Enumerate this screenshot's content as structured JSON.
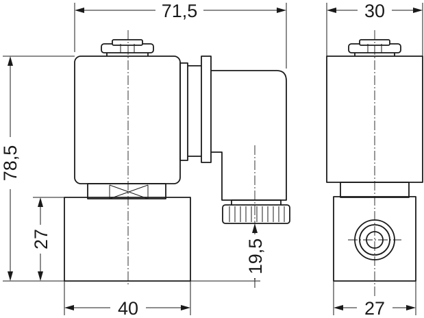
{
  "dimensions": {
    "overall_width": "71,5",
    "overall_height": "78,5",
    "body_height": "27",
    "body_width": "40",
    "connector_height": "19,5",
    "side_width": "30",
    "side_body_width": "27"
  },
  "colors": {
    "line": "#1a1a1a",
    "background": "#ffffff"
  }
}
